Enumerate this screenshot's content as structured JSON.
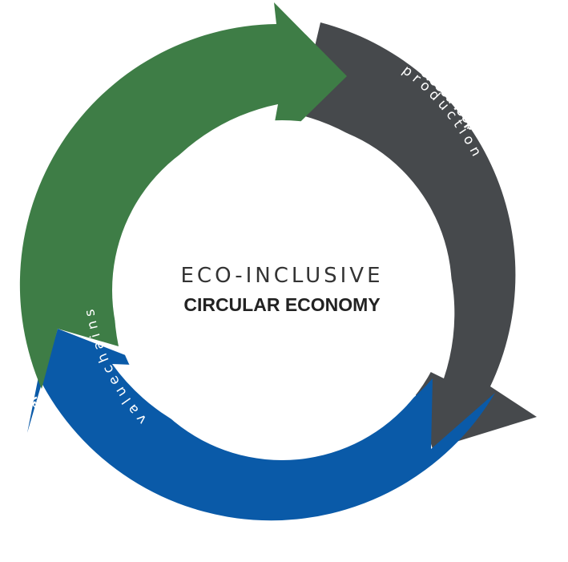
{
  "center": {
    "line1": "ECO-INCLUSIVE",
    "line2": "CIRCULAR ECONOMY"
  },
  "segments": {
    "green": {
      "title": "green & socially inclusive",
      "subtitle": "v a l u e   c h a i n s",
      "color": "#3e7d46"
    },
    "grey": {
      "title": "closed-loop",
      "subtitle": "p r o d u c t i o n",
      "color": "#46494c"
    },
    "blue": {
      "title": "eco-conscious",
      "subtitle": "c o n s u m p t i o n",
      "color": "#0a5aa8"
    }
  }
}
